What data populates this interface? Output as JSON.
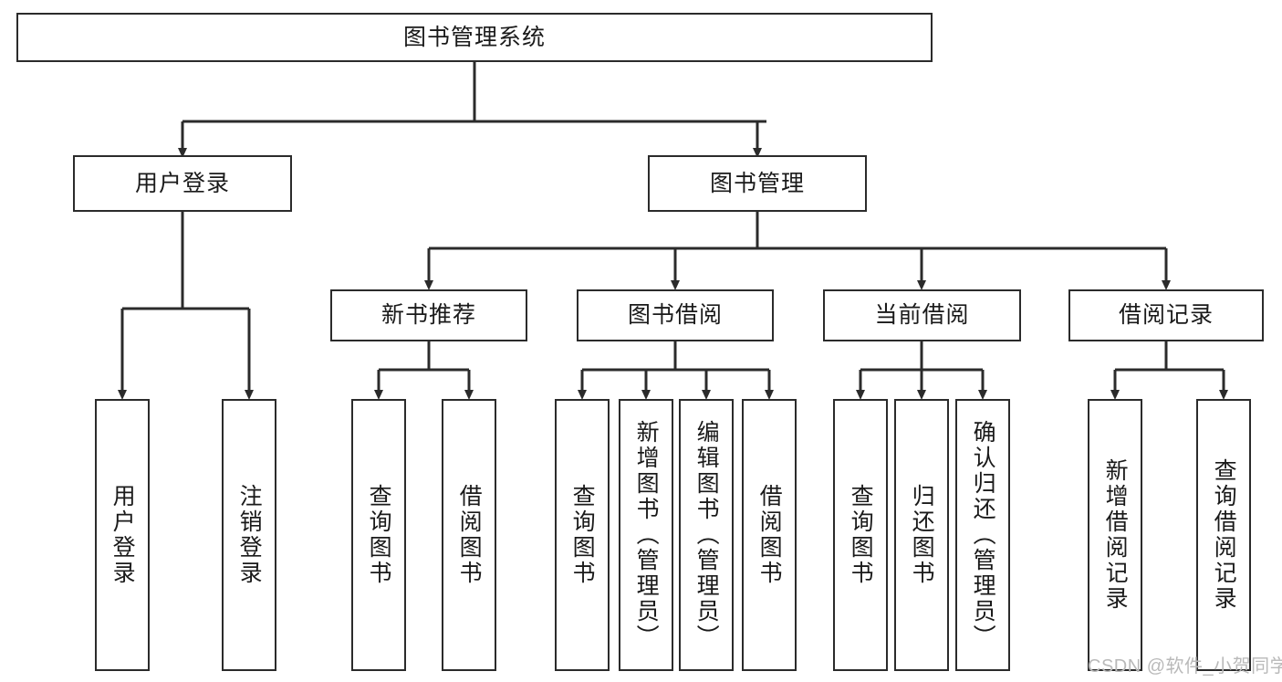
{
  "diagram": {
    "type": "tree-hierarchy",
    "title": "图书管理系统",
    "orientation": "top-down",
    "line_color": "#2b2b2b",
    "box_fill": "#ffffff",
    "text_color": "#1a1a1a",
    "root": {
      "label": "图书管理系统",
      "children": [
        {
          "label": "用户登录",
          "children": [
            {
              "label": "用户登录"
            },
            {
              "label": "注销登录"
            }
          ]
        },
        {
          "label": "图书管理",
          "children": [
            {
              "label": "新书推荐",
              "children": [
                {
                  "label": "查询图书"
                },
                {
                  "label": "借阅图书"
                }
              ]
            },
            {
              "label": "图书借阅",
              "children": [
                {
                  "label": "查询图书"
                },
                {
                  "label": "新增图书（管理员）"
                },
                {
                  "label": "编辑图书（管理员）"
                },
                {
                  "label": "借阅图书"
                }
              ]
            },
            {
              "label": "当前借阅",
              "children": [
                {
                  "label": "查询图书"
                },
                {
                  "label": "归还图书"
                },
                {
                  "label": "确认归还（管理员）"
                }
              ]
            },
            {
              "label": "借阅记录",
              "children": [
                {
                  "label": "新增借阅记录"
                },
                {
                  "label": "查询借阅记录"
                }
              ]
            }
          ]
        }
      ]
    }
  },
  "watermark": {
    "text": "CSDN @软件_小贺同学"
  }
}
